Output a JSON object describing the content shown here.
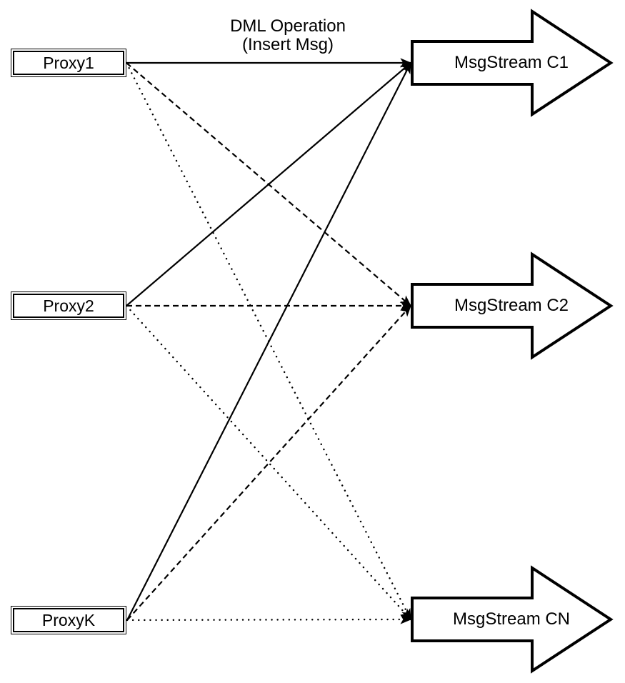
{
  "annotation": {
    "line1": "DML Operation",
    "line2": "(Insert Msg)"
  },
  "proxies": [
    {
      "id": "proxy1",
      "label": "Proxy1"
    },
    {
      "id": "proxy2",
      "label": "Proxy2"
    },
    {
      "id": "proxyk",
      "label": "ProxyK"
    }
  ],
  "streams": [
    {
      "id": "c1",
      "label": "MsgStream C1",
      "incoming_line_style": "solid"
    },
    {
      "id": "c2",
      "label": "MsgStream C2",
      "incoming_line_style": "dashed"
    },
    {
      "id": "cn",
      "label": "MsgStream CN",
      "incoming_line_style": "dotted"
    }
  ],
  "edges": [
    {
      "from": "Proxy1",
      "to": "MsgStream C1",
      "style": "solid"
    },
    {
      "from": "Proxy2",
      "to": "MsgStream C1",
      "style": "solid"
    },
    {
      "from": "ProxyK",
      "to": "MsgStream C1",
      "style": "solid"
    },
    {
      "from": "Proxy1",
      "to": "MsgStream C2",
      "style": "dashed"
    },
    {
      "from": "Proxy2",
      "to": "MsgStream C2",
      "style": "dashed"
    },
    {
      "from": "ProxyK",
      "to": "MsgStream C2",
      "style": "dashed"
    },
    {
      "from": "Proxy1",
      "to": "MsgStream CN",
      "style": "dotted"
    },
    {
      "from": "Proxy2",
      "to": "MsgStream CN",
      "style": "dotted"
    },
    {
      "from": "ProxyK",
      "to": "MsgStream CN",
      "style": "dotted"
    }
  ],
  "colors": {
    "ink": "#000000",
    "paper": "#ffffff"
  }
}
